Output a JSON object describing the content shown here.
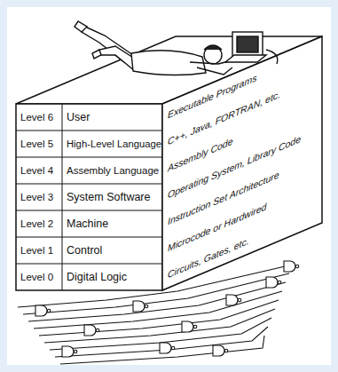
{
  "diagram": {
    "labels": [
      "Level 6",
      "User",
      "Executable Programs",
      "Level 5",
      "High-Level Language",
      "C++, Java, FORTRAN, etc.",
      "Level 4",
      "Assembly Language",
      "Assembly Code",
      "Level 3",
      "System Software",
      "Operating System, Library Code",
      "Level 2",
      "Machine",
      "Instruction Set Architecture",
      "Level 1",
      "Control",
      "Microcode or Hardwired",
      "Level 0",
      "Digital Logic",
      "Circuits, Gates, etc."
    ]
  }
}
